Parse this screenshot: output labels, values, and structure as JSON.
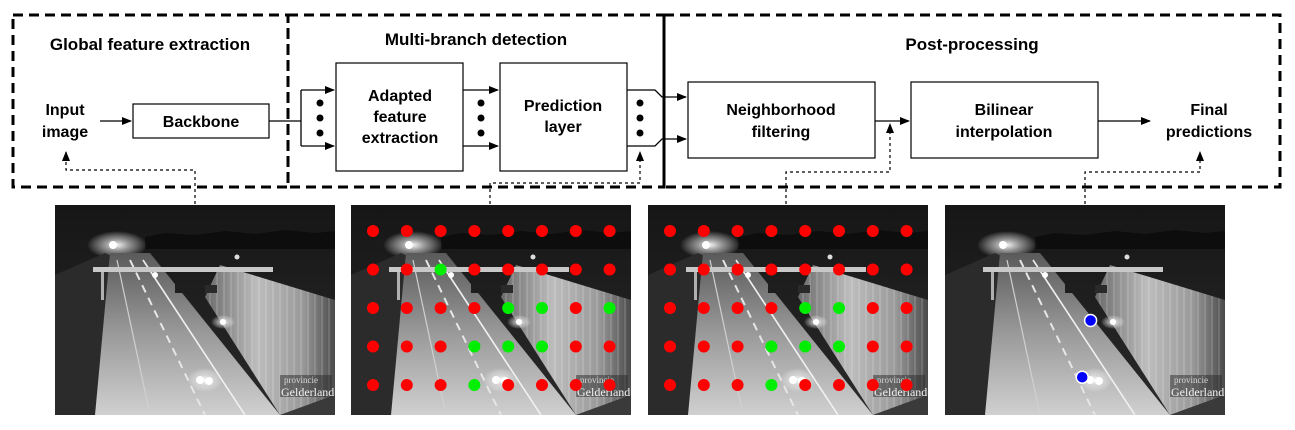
{
  "sections": {
    "global": "Global feature extraction",
    "multi": "Multi-branch detection",
    "post": "Post-processing"
  },
  "nodes": {
    "input": [
      "Input",
      "image"
    ],
    "backbone": "Backbone",
    "adapted": [
      "Adapted",
      "feature",
      "extraction"
    ],
    "prediction": [
      "Prediction",
      "layer"
    ],
    "neighborhood": [
      "Neighborhood",
      "filtering"
    ],
    "bilinear": [
      "Bilinear",
      "interpolation"
    ],
    "final": [
      "Final",
      "predictions"
    ]
  },
  "watermark": {
    "line1": "provincie",
    "line2": "Gelderland"
  },
  "colors": {
    "red_dot": "#ff0000",
    "green_dot": "#00ee00",
    "blue_dot": "#0000ff"
  },
  "dot_grids": {
    "detection_green": [
      [
        1,
        2
      ],
      [
        2,
        4
      ],
      [
        2,
        5
      ],
      [
        2,
        7
      ],
      [
        3,
        3
      ],
      [
        3,
        4
      ],
      [
        3,
        5
      ],
      [
        4,
        3
      ]
    ],
    "filtered_green": [
      [
        2,
        4
      ],
      [
        2,
        5
      ],
      [
        3,
        3
      ],
      [
        3,
        4
      ],
      [
        3,
        5
      ],
      [
        4,
        3
      ]
    ],
    "final_points": [
      [
        0.52,
        0.55
      ],
      [
        0.49,
        0.82
      ]
    ]
  }
}
